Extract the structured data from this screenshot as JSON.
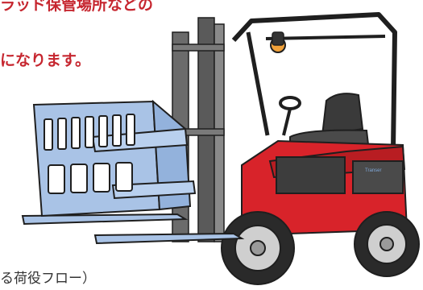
{
  "text": {
    "line1": "ラッド保管場所などの",
    "line2": "になります。",
    "line3": "る荷役フロー）"
  },
  "brand_badge": "Transer",
  "colors": {
    "body_red": "#d8232a",
    "attachment_blue": "#a9c3e6",
    "mast_gray": "#5a5a5a",
    "tire_dark": "#2a2a2a",
    "warning_light": "#f2a23a",
    "text_red": "#c6262f"
  },
  "illustration": {
    "subject": "forklift-with-rotating-cage-clamp-attachment"
  }
}
